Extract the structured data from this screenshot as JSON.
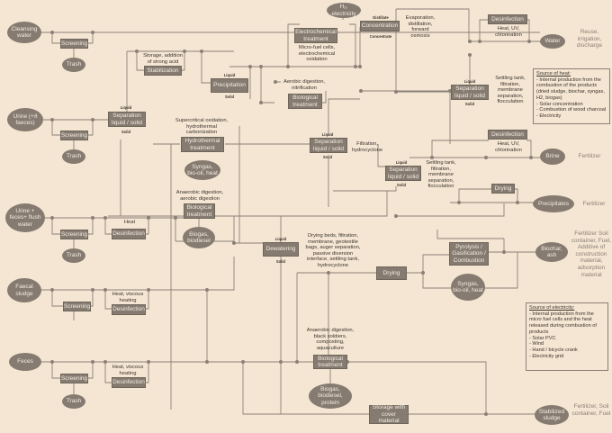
{
  "colors": {
    "background": "#f5e6d3",
    "node": "#857b70",
    "line": "#8a8078",
    "text": "#3a342e"
  },
  "inputs": {
    "cleansing_water": "Cleansing water",
    "urine": "Urine (+ð faeces)",
    "urine_faeces_flush": "Urine + feces+ flush water",
    "faecal_sludge": "Faecal sludge",
    "feces": "Feces"
  },
  "processes": {
    "screening": "Screening",
    "stabilization": "Stabilization",
    "precipitation": "Precipitation",
    "electrochemical": "Electrochemical treatment",
    "concentration": "Concentration",
    "biological": "Biological treatment",
    "separation": "Separation liquid / solid",
    "hydrothermal": "Hydrothermal treatment",
    "desinfection": "Desinfection",
    "dewatering": "Dewatering",
    "drying": "Drying",
    "pyrolysis": "Pyrolysis / Gasification / Combustion",
    "storage": "Storage with cover material"
  },
  "byproducts": {
    "trash": "Trash",
    "h2": "H₂, electricity",
    "syngas_biooil_heat": "Syngas, bio-oil, heat",
    "biogas_biodiesel": "Biogas, biodiesel",
    "biogas_biodiesel_protein": "Biogas, biodiesel, protein"
  },
  "outputs": {
    "water": "Water",
    "brine": "Brine",
    "precipitates": "Precipitates",
    "biochar": "Biochar, ash",
    "stabilized_sludge": "Stabilized sludge"
  },
  "uses": {
    "water": "Reuse, irrigation, discharge",
    "brine": "Fertilizer",
    "precipitates": "Fertilizer",
    "biochar": "Fertilizer Soil container, Fuel, Additive of construction material, adsorption material",
    "stabilized_sludge": "Fertilizer, Soil container, Fuel"
  },
  "annotations": {
    "storage_acid": "Storage, addition of strong acid",
    "micro_fuel": "Micro-fuel cells, electrochemical oxidation",
    "evaporation": "Evaporation, distillation, forward osmosis",
    "heat_uv": "Heat, UV, chlorination",
    "aerobic_nitrification": "Aerobic digestion, nitrification",
    "settling_tank": "Settling tank, filtration, membrane separation, flocculation",
    "supercritical": "Supercritical oxidation, hydrothermal carbonization",
    "filtration_hydrocyclone": "Filtration, hydrocyclone",
    "anaerobic_aerobic": "Anaerobic digestion, aerobic digestion",
    "heat": "Heat",
    "drying_beds": "Drying beds, filtration, membrane, geotextile bags, auger separation, passive diversion interface, settling tank, hydrocyclone",
    "heat_viscous": "Heat, viscous heating",
    "anaerobic_soldiers": "Anaerobic digestion, black soldiers, composting, aquaculture",
    "liquid": "Liquid",
    "solid": "Solid",
    "distillate": "Distillate",
    "concentrate": "Concentrate"
  },
  "heat_note": {
    "title": "Source of heat:",
    "items": [
      "- Internal production from the combustion of the products (dried sludge, biochar, syngas, H2, biogas)",
      "- Solar concentration",
      "- Combustion of wood charcoal",
      "- Electricity"
    ]
  },
  "electricity_note": {
    "title": "Source of electricity:",
    "items": [
      "- Internal production from the micro fuel cells and the heat released during combustion of products",
      "- Solar PVC",
      "- Wind",
      "- Hand / bicycle crank",
      "- Electricity grid"
    ]
  }
}
